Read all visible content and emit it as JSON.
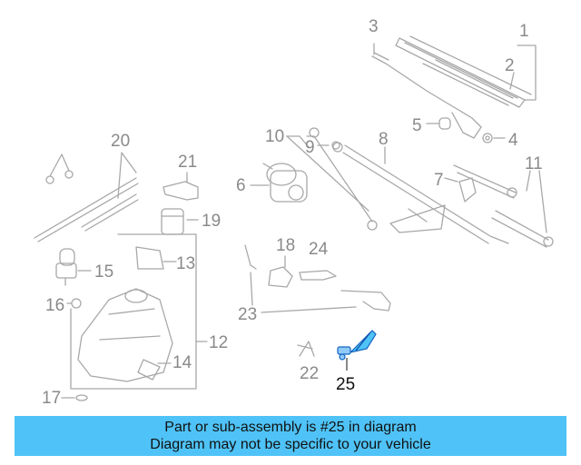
{
  "callouts": {
    "c1": "1",
    "c2": "2",
    "c3": "3",
    "c4": "4",
    "c5": "5",
    "c6": "6",
    "c7": "7",
    "c8": "8",
    "c9": "9",
    "c10": "10",
    "c11": "11",
    "c12": "12",
    "c13": "13",
    "c14": "14",
    "c15": "15",
    "c16": "16",
    "c17": "17",
    "c18": "18",
    "c19": "19",
    "c20": "20",
    "c21": "21",
    "c22": "22",
    "c23": "23",
    "c24": "24",
    "c25": "25"
  },
  "highlighted_part": "25",
  "colors": {
    "banner": "#4fc3f7",
    "part_line": "#a8a8a8",
    "highlight": "#1565c0"
  },
  "banner": {
    "line1": "Part or sub-assembly is #25 in diagram",
    "line2": "Diagram may not be specific to your vehicle"
  }
}
